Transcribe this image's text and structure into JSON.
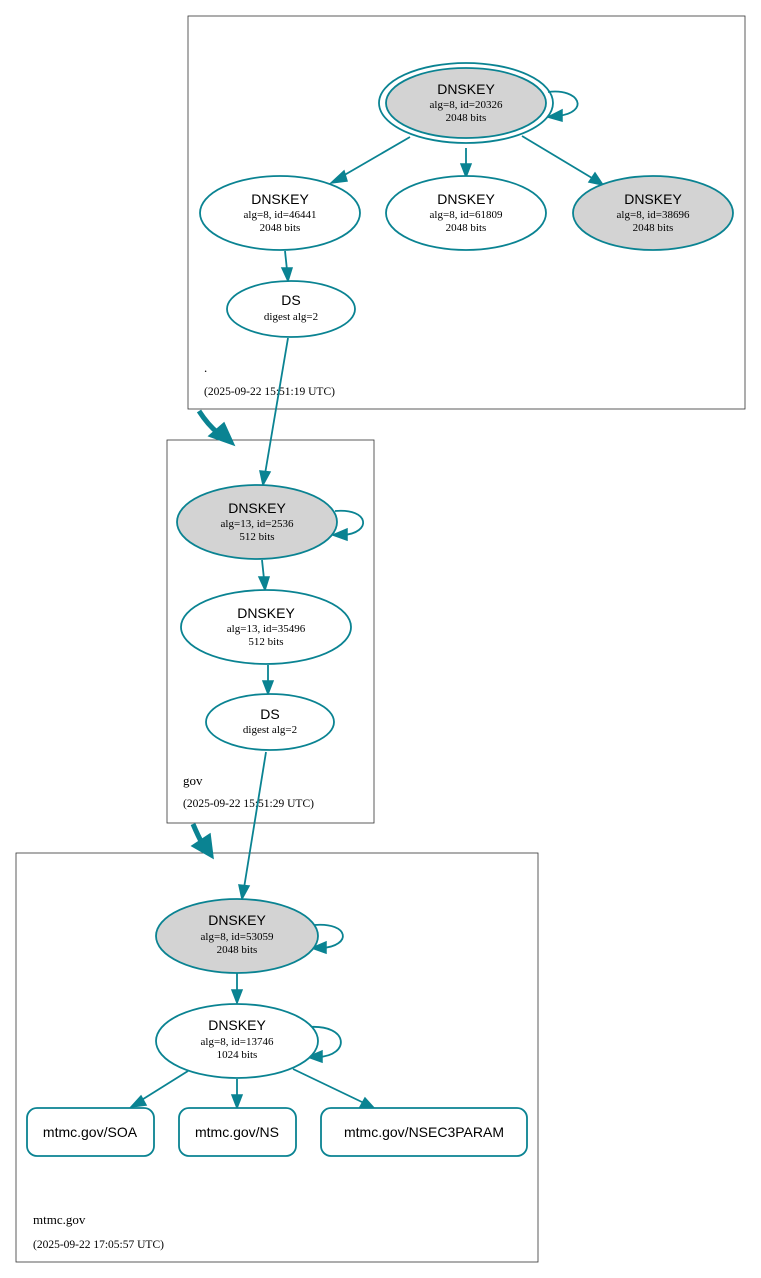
{
  "colors": {
    "edge": "#0a8392",
    "sep_fill": "#d3d3d3",
    "plain_fill": "#ffffff",
    "zone_border": "#333333"
  },
  "zones": [
    {
      "id": "root",
      "name": ".",
      "timestamp": "(2025-09-22 15:51:19 UTC)",
      "nodes": [
        {
          "id": "root-dnskey-20326",
          "title": "DNSKEY",
          "detail": "alg=8, id=20326",
          "bits": "2048 bits",
          "sep": true,
          "trust_anchor": true,
          "self_signed": true
        },
        {
          "id": "root-dnskey-46441",
          "title": "DNSKEY",
          "detail": "alg=8, id=46441",
          "bits": "2048 bits",
          "sep": false
        },
        {
          "id": "root-dnskey-61809",
          "title": "DNSKEY",
          "detail": "alg=8, id=61809",
          "bits": "2048 bits",
          "sep": false
        },
        {
          "id": "root-dnskey-38696",
          "title": "DNSKEY",
          "detail": "alg=8, id=38696",
          "bits": "2048 bits",
          "sep": true
        },
        {
          "id": "root-ds",
          "title": "DS",
          "detail": "digest alg=2"
        }
      ]
    },
    {
      "id": "gov",
      "name": "gov",
      "timestamp": "(2025-09-22 15:51:29 UTC)",
      "nodes": [
        {
          "id": "gov-dnskey-2536",
          "title": "DNSKEY",
          "detail": "alg=13, id=2536",
          "bits": "512 bits",
          "sep": true,
          "self_signed": true
        },
        {
          "id": "gov-dnskey-35496",
          "title": "DNSKEY",
          "detail": "alg=13, id=35496",
          "bits": "512 bits",
          "sep": false
        },
        {
          "id": "gov-ds",
          "title": "DS",
          "detail": "digest alg=2"
        }
      ]
    },
    {
      "id": "mtmc",
      "name": "mtmc.gov",
      "timestamp": "(2025-09-22 17:05:57 UTC)",
      "nodes": [
        {
          "id": "mtmc-dnskey-53059",
          "title": "DNSKEY",
          "detail": "alg=8, id=53059",
          "bits": "2048 bits",
          "sep": true,
          "self_signed": true
        },
        {
          "id": "mtmc-dnskey-13746",
          "title": "DNSKEY",
          "detail": "alg=8, id=13746",
          "bits": "1024 bits",
          "sep": false,
          "self_signed": true
        }
      ],
      "rrsets": [
        {
          "id": "rr-soa",
          "label": "mtmc.gov/SOA"
        },
        {
          "id": "rr-ns",
          "label": "mtmc.gov/NS"
        },
        {
          "id": "rr-nsec3param",
          "label": "mtmc.gov/NSEC3PARAM"
        }
      ]
    }
  ]
}
